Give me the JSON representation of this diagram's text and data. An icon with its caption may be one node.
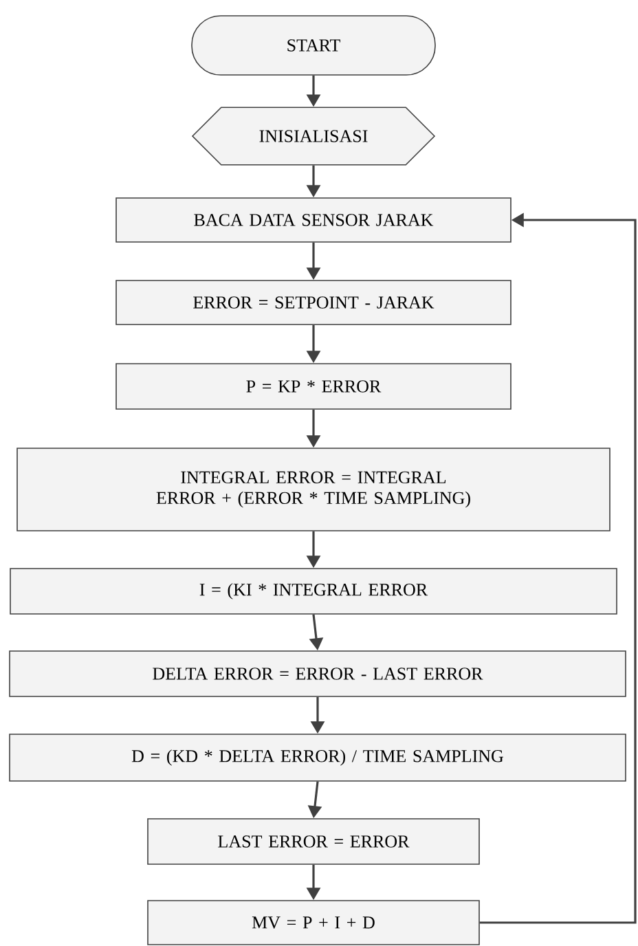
{
  "diagram": {
    "nodes": [
      {
        "text": [
          "START"
        ]
      },
      {
        "text": [
          "INISIALISASI"
        ]
      },
      {
        "text": [
          "BACA DATA SENSOR JARAK"
        ]
      },
      {
        "text": [
          "ERROR = SETPOINT - JARAK"
        ]
      },
      {
        "text": [
          "P = KP * ERROR"
        ]
      },
      {
        "text": [
          "INTEGRAL ERROR = INTEGRAL ERROR + (ERROR * TIME SAMPLING)"
        ]
      },
      {
        "text": [
          "I = (KI * INTEGRAL ERROR"
        ]
      },
      {
        "text": [
          "DELTA ERROR = ERROR - LAST ERROR"
        ]
      },
      {
        "text": [
          "D = (KD * DELTA ERROR) / TIME SAMPLING"
        ]
      },
      {
        "text": [
          "LAST ERROR = ERROR"
        ]
      },
      {
        "text": [
          "MV = P + I + D"
        ]
      }
    ],
    "edges": [
      {
        "from": 0,
        "to": 1,
        "arrow": "to"
      },
      {
        "from": 1,
        "to": 2,
        "arrow": "to"
      },
      {
        "from": 2,
        "to": 3,
        "arrow": "to"
      },
      {
        "from": 3,
        "to": 4,
        "arrow": "to"
      },
      {
        "from": 4,
        "to": 5,
        "arrow": "to"
      },
      {
        "from": 5,
        "to": 6,
        "arrow": "to"
      },
      {
        "from": 6,
        "to": 7,
        "arrow": "to"
      },
      {
        "from": 7,
        "to": 8,
        "arrow": "to"
      },
      {
        "from": 8,
        "to": 9,
        "arrow": "to"
      },
      {
        "from": 9,
        "to": 10,
        "arrow": "to"
      },
      {
        "from": 10,
        "to": 2,
        "arrow": "to"
      }
    ]
  }
}
